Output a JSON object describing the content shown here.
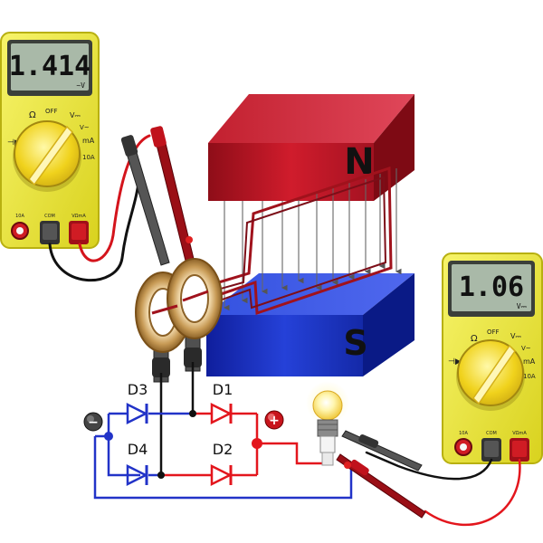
{
  "meter_left": {
    "reading": "1.414",
    "unit": "~V",
    "dial": {
      "ohm": "Ω",
      "off": "OFF",
      "v_dc": "V⎓",
      "v_ac": "V~",
      "ma": "mA",
      "amp10": "10A"
    },
    "ports": {
      "p10a": "10A",
      "com": "COM",
      "vohm": "VΩmA"
    }
  },
  "meter_right": {
    "reading": "1.06",
    "unit": "V⎓",
    "dial": {
      "ohm": "Ω",
      "off": "OFF",
      "v_dc": "V⎓",
      "v_ac": "V~",
      "ma": "mA",
      "amp10": "10A"
    },
    "ports": {
      "p10a": "10A",
      "com": "COM",
      "vohm": "VΩmA"
    }
  },
  "magnet": {
    "north": "N",
    "south": "S"
  },
  "diodes": {
    "d1": "D1",
    "d2": "D2",
    "d3": "D3",
    "d4": "D4"
  },
  "terminals": {
    "negative": "−",
    "positive": "+"
  },
  "colors": {
    "north_pole": "#c41a2a",
    "south_pole": "#1d3bcc",
    "meter_body": "#f2ee3a",
    "lcd": "#a9b9a8",
    "wire_red": "#e3161d",
    "wire_blue": "#2233c8",
    "probe_red": "#c0121c",
    "probe_black": "#333333"
  }
}
